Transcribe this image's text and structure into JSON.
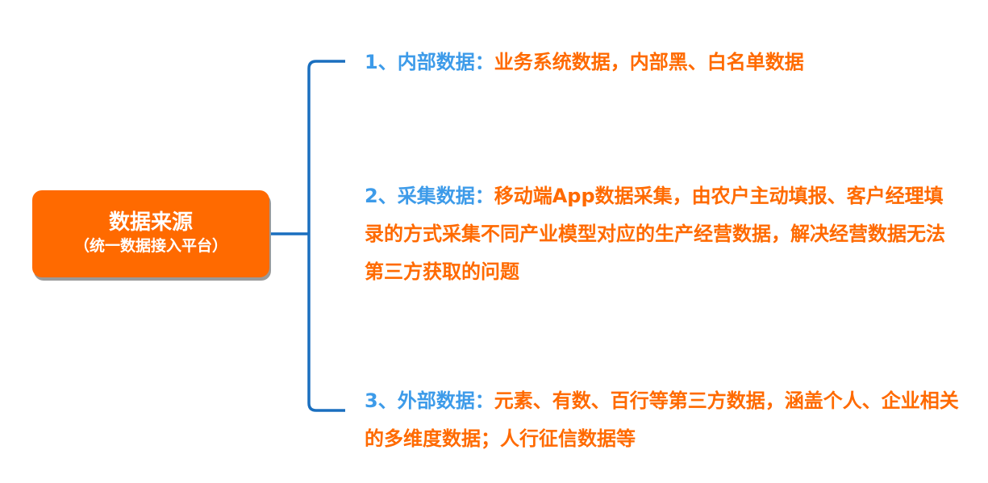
{
  "root": {
    "title": "数据来源",
    "subtitle": "（统一数据接入平台）"
  },
  "branches": [
    {
      "label": "1、内部数据：",
      "text": "业务系统数据，内部黑、白名单数据"
    },
    {
      "label": "2、采集数据：",
      "text": "移动端App数据采集，由农户主动填报、客户经理填录的方式采集不同产业模型对应的生产经营数据，解决经营数据无法第三方获取的问题"
    },
    {
      "label": "3、外部数据：",
      "text": "元素、有数、百行等第三方数据，涵盖个人、企业相关的多维度数据；人行征信数据等"
    }
  ],
  "colors": {
    "root_fill": "#ff6a00",
    "connector": "#1a6fbf",
    "label": "#3d9be9",
    "text": "#ff6a00"
  }
}
